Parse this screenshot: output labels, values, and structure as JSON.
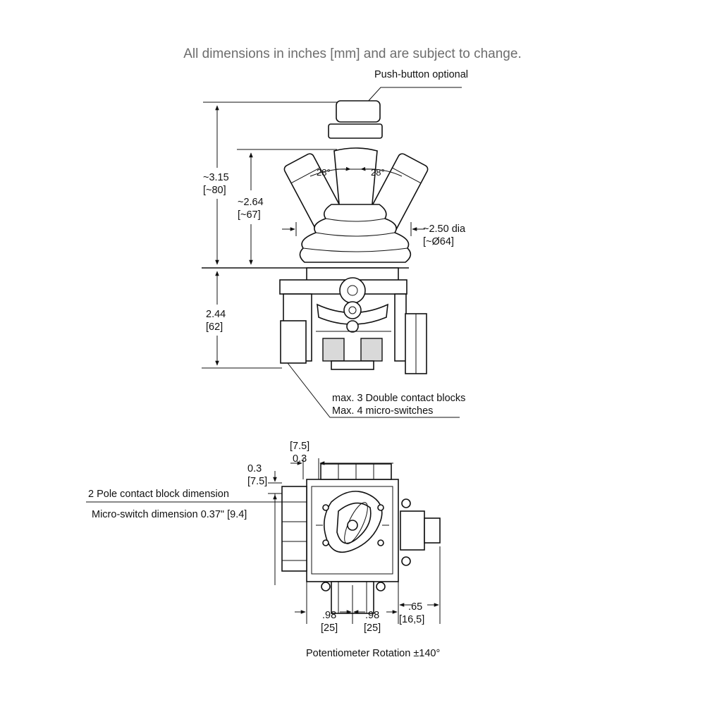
{
  "header": {
    "note": "All dimensions in inches [mm] and are subject to change."
  },
  "side_view": {
    "push_button_label": "Push-button optional",
    "angle_left": "28°",
    "angle_right": "28°",
    "overall_height_in": "~3.15",
    "overall_height_mm": "[~80]",
    "boot_height_in": "~2.64",
    "boot_height_mm": "[~67]",
    "boot_dia_in": "~2.50 dia",
    "boot_dia_mm": "[~Ø64]",
    "body_height_in": "2.44",
    "body_height_mm": "[62]",
    "note_line1": "max. 3 Double contact blocks",
    "note_line2": "Max. 4 micro-switches"
  },
  "top_view": {
    "top_dim_mm": "[7.5]",
    "top_dim_in": "0.3",
    "left_dim_in": "0.3",
    "left_dim_mm": "[7.5]",
    "contact_block_label": "2 Pole contact block dimension",
    "micro_switch_label": "Micro-switch dimension 0.37\" [9.4]",
    "dim_a_in": ".98",
    "dim_a_mm": "[25]",
    "dim_b_in": ".98",
    "dim_b_mm": "[25]",
    "dim_c_in": ".65",
    "dim_c_mm": "[16,5]",
    "potentiometer_label": "Potentiometer Rotation ±140°"
  }
}
